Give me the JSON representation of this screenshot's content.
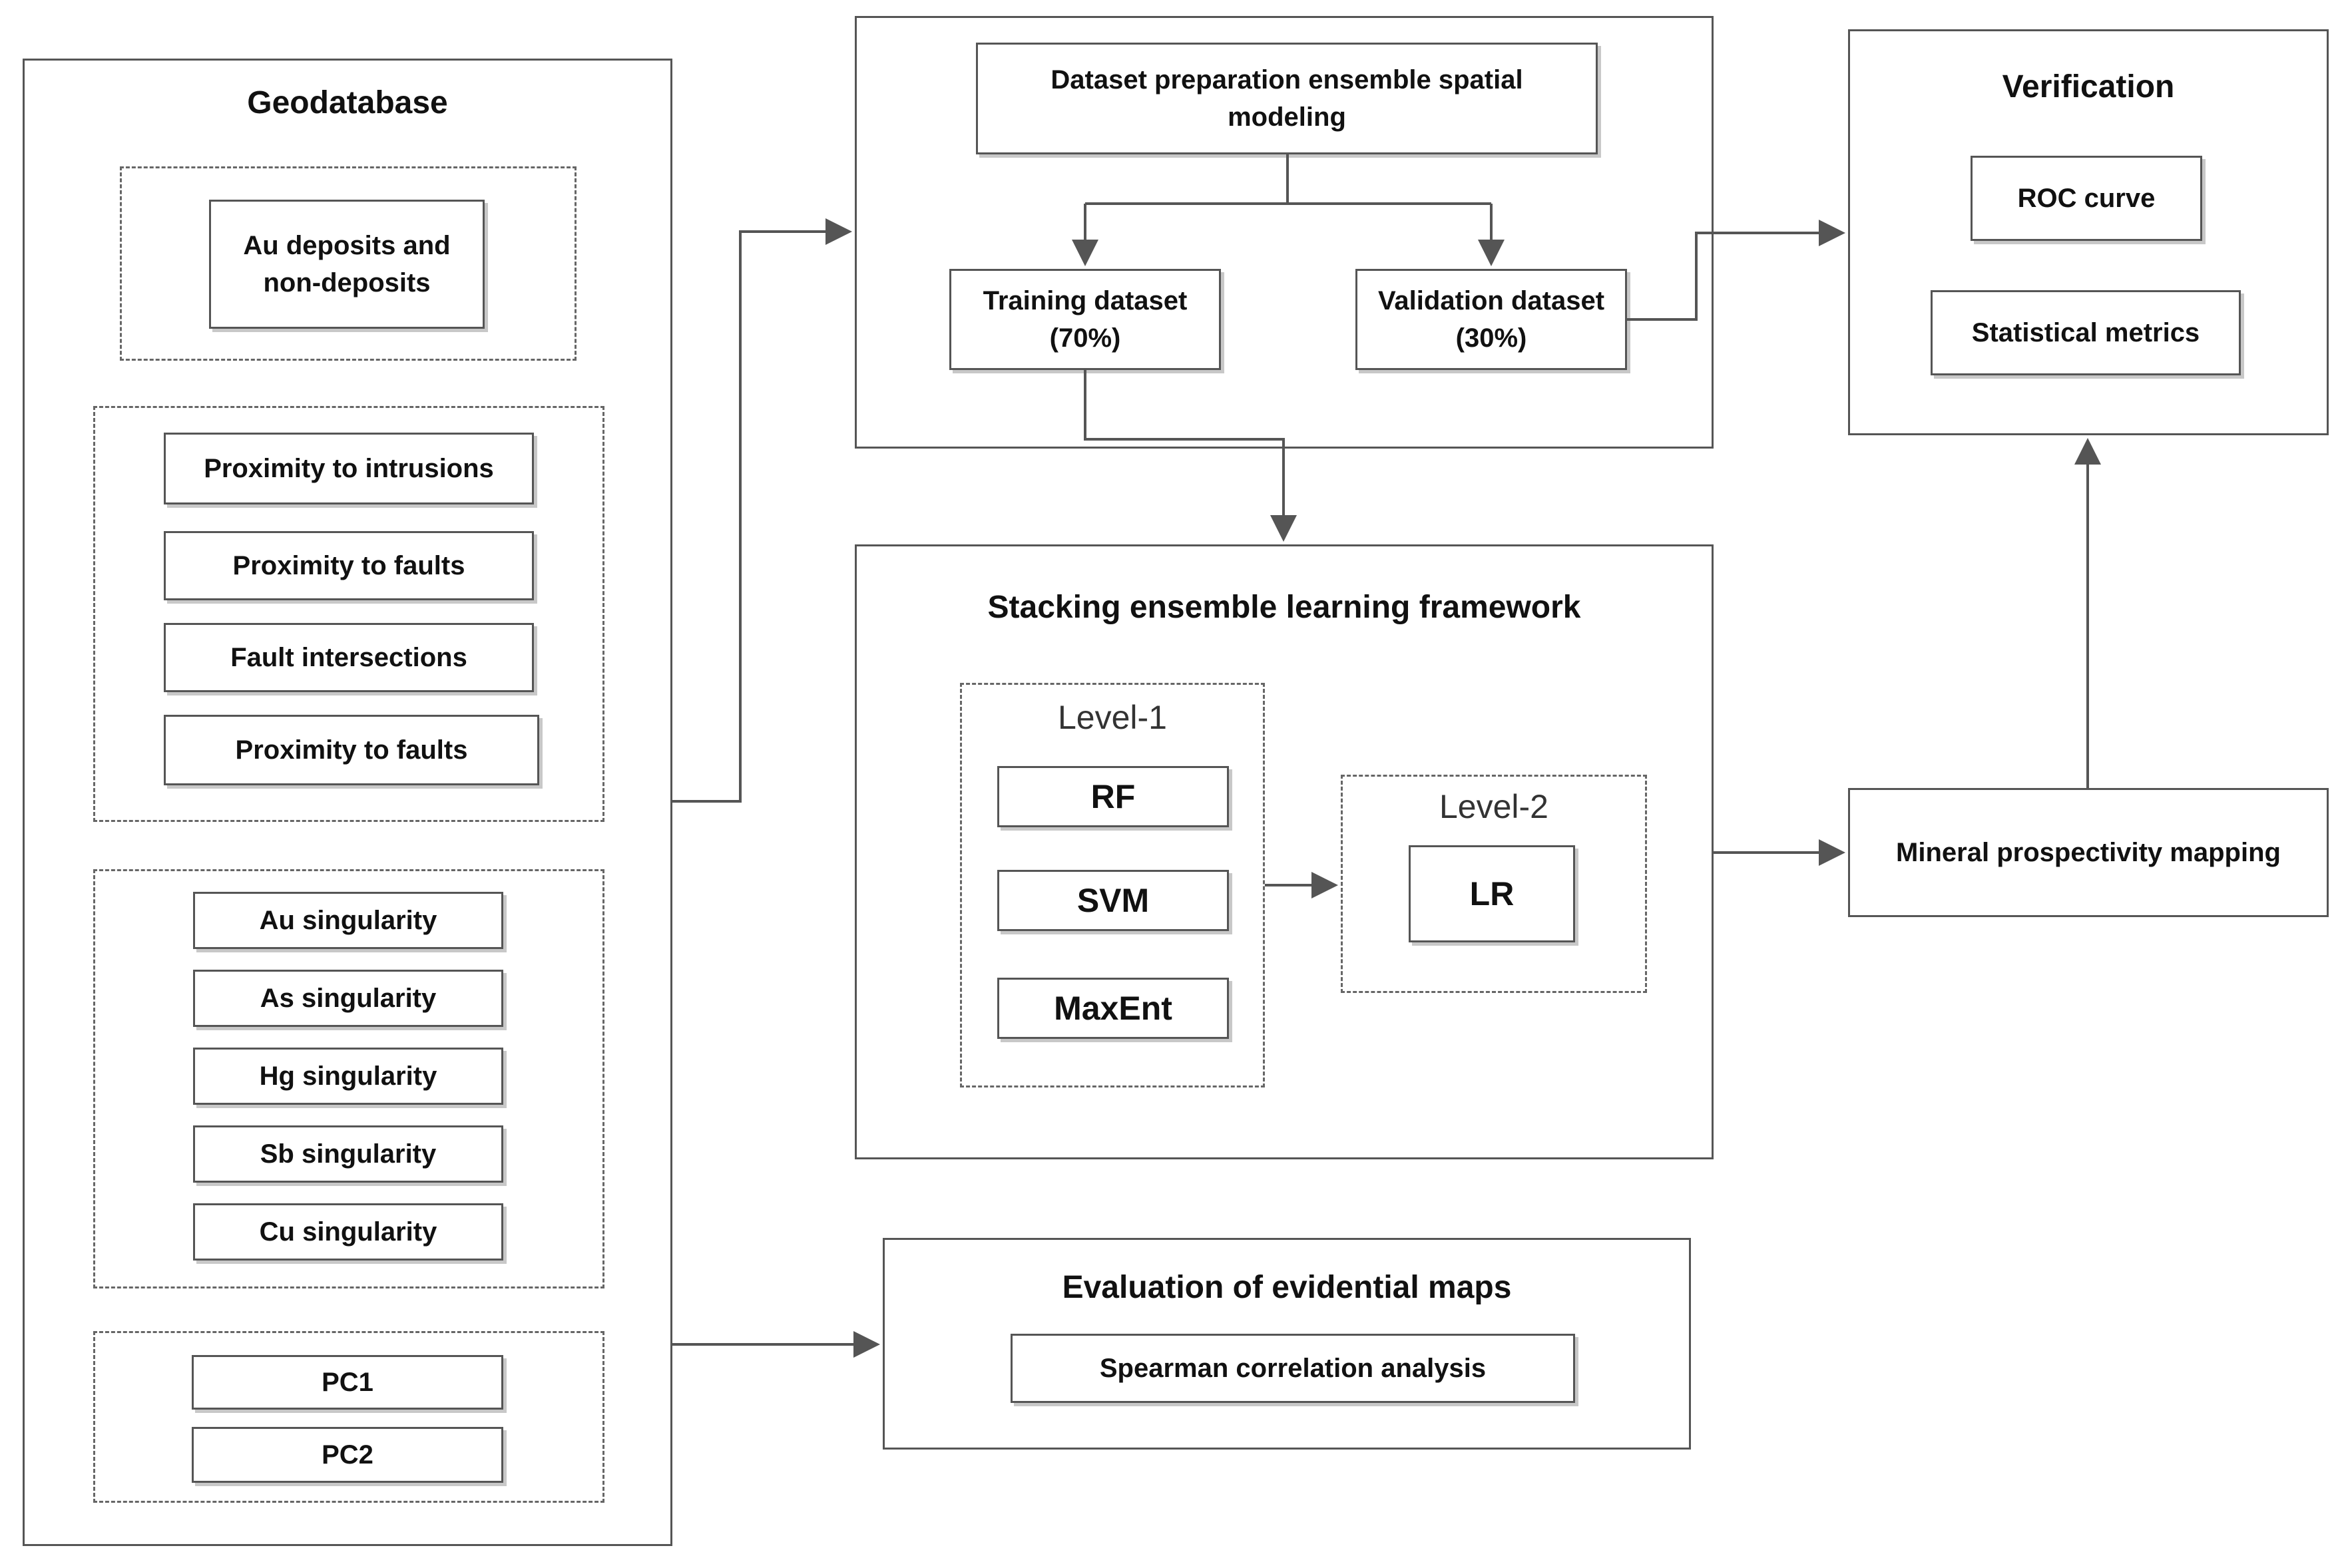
{
  "geodatabase": {
    "title": "Geodatabase",
    "deposits": "Au deposits and non-deposits",
    "structural": [
      "Proximity to intrusions",
      "Proximity to faults",
      "Fault intersections",
      "Proximity to faults"
    ],
    "singularity": [
      "Au singularity",
      "As singularity",
      "Hg singularity",
      "Sb singularity",
      "Cu singularity"
    ],
    "pcs": [
      "PC1",
      "PC2"
    ]
  },
  "dataset": {
    "title": "Dataset preparation ensemble spatial modeling",
    "training": "Training dataset (70%)",
    "validation": "Validation dataset (30%)"
  },
  "stacking": {
    "title": "Stacking ensemble learning framework",
    "level1": "Level-1",
    "level1_models": [
      "RF",
      "SVM",
      "MaxEnt"
    ],
    "level2": "Level-2",
    "level2_model": "LR"
  },
  "verification": {
    "title": "Verification",
    "items": [
      "ROC curve",
      "Statistical metrics"
    ]
  },
  "mpm": {
    "label": "Mineral prospectivity mapping"
  },
  "evaluation": {
    "title": "Evaluation of evidential maps",
    "item": "Spearman correlation analysis"
  },
  "colors": {
    "line": "#555555",
    "shadow": "#c8c8c8",
    "text": "#111111"
  }
}
